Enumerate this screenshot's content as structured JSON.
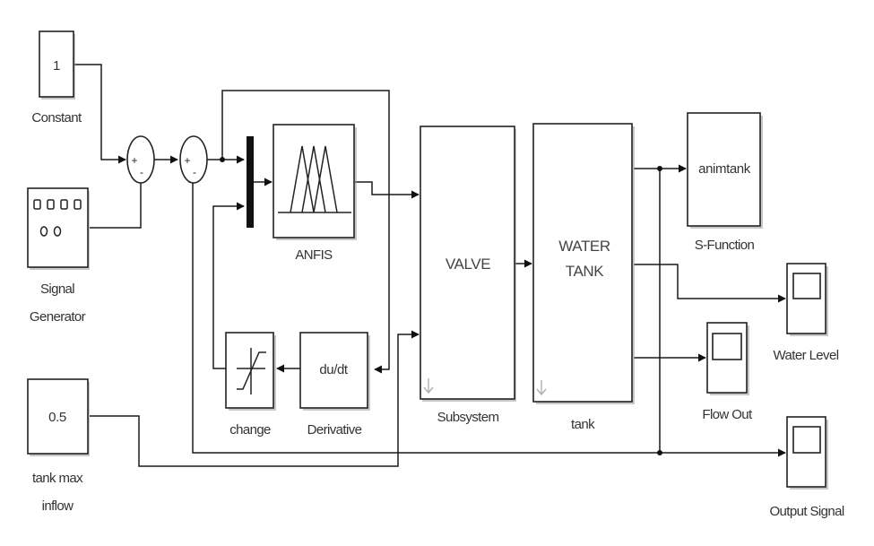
{
  "diagram": {
    "type": "simulink-block-diagram",
    "blocks": {
      "constant": {
        "value": "1",
        "label": "Constant"
      },
      "signal_generator": {
        "label_line1": "Signal",
        "label_line2": "Generator",
        "icon": "signal-generator-icon"
      },
      "sum1": {
        "signs": [
          "+",
          "-"
        ]
      },
      "sum2": {
        "signs": [
          "+",
          "-"
        ]
      },
      "mux": {
        "label": ""
      },
      "anfis": {
        "label": "ANFIS",
        "icon": "membership-functions-icon"
      },
      "derivative": {
        "text": "du/dt",
        "label": "Derivative"
      },
      "change": {
        "label": "change",
        "icon": "saturation-icon"
      },
      "tank_max_inflow": {
        "value": "0.5",
        "label_line1": "tank max",
        "label_line2": "inflow"
      },
      "subsystem": {
        "text": "VALVE",
        "label": "Subsystem"
      },
      "tank": {
        "text_line1": "WATER",
        "text_line2": "TANK",
        "label": "tank"
      },
      "s_function": {
        "text": "animtank",
        "label": "S-Function"
      },
      "water_level": {
        "label": "Water Level",
        "icon": "scope-icon"
      },
      "flow_out": {
        "label": "Flow Out",
        "icon": "scope-icon"
      },
      "output_signal": {
        "label": "Output Signal",
        "icon": "scope-icon"
      }
    },
    "connections": [
      {
        "from": "Constant",
        "to": "Sum1 (+)"
      },
      {
        "from": "Signal Generator",
        "to": "Sum1 (-)"
      },
      {
        "from": "Sum1",
        "to": "Sum2 (+)"
      },
      {
        "from": "Sum2",
        "to": "Mux in1"
      },
      {
        "from": "Sum2",
        "to": "Derivative"
      },
      {
        "from": "Derivative",
        "to": "change"
      },
      {
        "from": "change",
        "to": "Mux in2"
      },
      {
        "from": "Mux",
        "to": "ANFIS"
      },
      {
        "from": "ANFIS",
        "to": "Subsystem in1"
      },
      {
        "from": "tank max inflow",
        "to": "Subsystem in2"
      },
      {
        "from": "Subsystem",
        "to": "tank"
      },
      {
        "from": "tank out1",
        "to": "S-Function"
      },
      {
        "from": "tank out1",
        "to": "Output Signal"
      },
      {
        "from": "tank out1",
        "to": "Sum2 (-)"
      },
      {
        "from": "tank out2",
        "to": "Water Level"
      },
      {
        "from": "tank out3",
        "to": "Flow Out"
      }
    ]
  }
}
